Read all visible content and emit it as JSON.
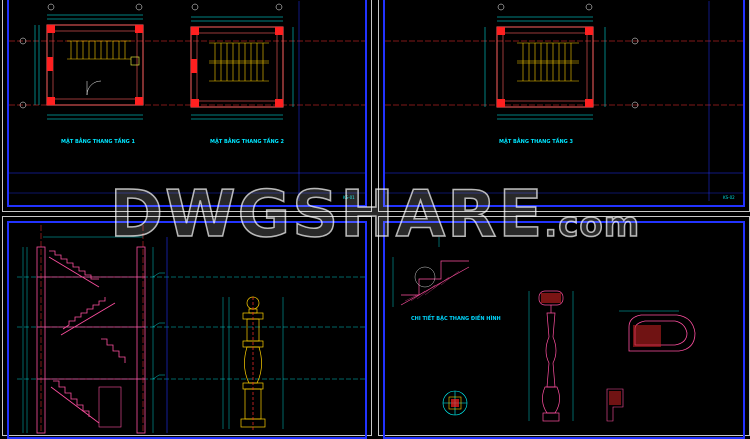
{
  "watermark": {
    "main": "DWGSHARE",
    "suffix": ".com"
  },
  "sheet1": {
    "title_left": "MẶT BẰNG THANG TẦNG 1",
    "title_right": "MẶT BẰNG THANG TẦNG 2",
    "code": "KS-01"
  },
  "sheet2": {
    "title": "MẶT BẰNG THANG TẦNG 3",
    "code": "KS-02"
  },
  "sheet4": {
    "title": "CHI TIẾT BẬC THANG ĐIỂN HÌNH"
  },
  "colors": {
    "sheet_border": "#c8c8c8",
    "frame": "#2233ff",
    "wall_red": "#ff2020",
    "stair": "#ffd000",
    "dimension": "#00ffff",
    "section": "#ff4fa0",
    "axis": "#ff3030"
  }
}
